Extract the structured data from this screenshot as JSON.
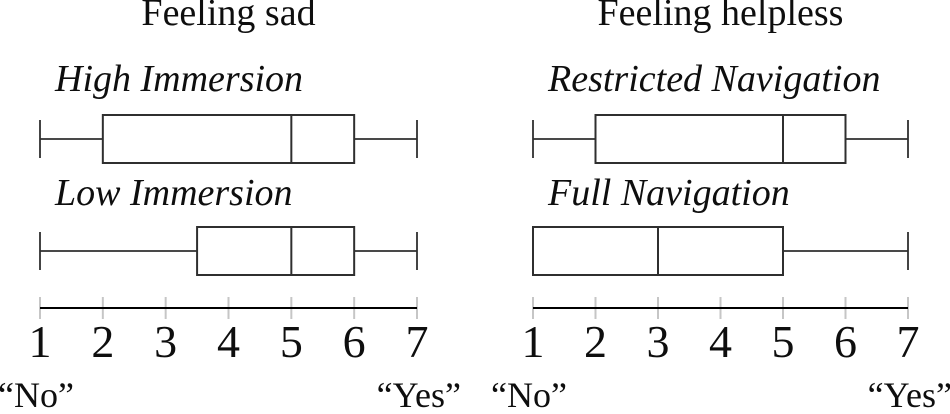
{
  "figure": {
    "type": "boxplot-figure",
    "background": "#ffffff",
    "text_color": "#0e0e0e",
    "box_stroke_color": "#2f2f2f",
    "axis_color": "#000000",
    "tick_color": "#c6c6c6"
  },
  "chart_data": [
    {
      "type": "boxplot",
      "orientation": "horizontal",
      "title": "Feeling sad",
      "xlim": [
        1,
        7
      ],
      "x_ticks": [
        1,
        2,
        3,
        4,
        5,
        6,
        7
      ],
      "x_end_labels": {
        "low": "“No”",
        "high": "“Yes”"
      },
      "series": [
        {
          "name": "High Immersion",
          "whisker_low": 1,
          "q1": 2,
          "median": 5,
          "q3": 6,
          "whisker_high": 7
        },
        {
          "name": "Low Immersion",
          "whisker_low": 1,
          "q1": 3.5,
          "median": 5,
          "q3": 6,
          "whisker_high": 7
        }
      ]
    },
    {
      "type": "boxplot",
      "orientation": "horizontal",
      "title": "Feeling helpless",
      "xlim": [
        1,
        7
      ],
      "x_ticks": [
        1,
        2,
        3,
        4,
        5,
        6,
        7
      ],
      "x_end_labels": {
        "low": "“No”",
        "high": "“Yes”"
      },
      "series": [
        {
          "name": "Restricted Navigation",
          "whisker_low": 1,
          "q1": 2,
          "median": 5,
          "q3": 6,
          "whisker_high": 7
        },
        {
          "name": "Full Navigation",
          "whisker_low": 1,
          "q1": 1,
          "median": 3,
          "q3": 5,
          "whisker_high": 7
        }
      ]
    }
  ]
}
